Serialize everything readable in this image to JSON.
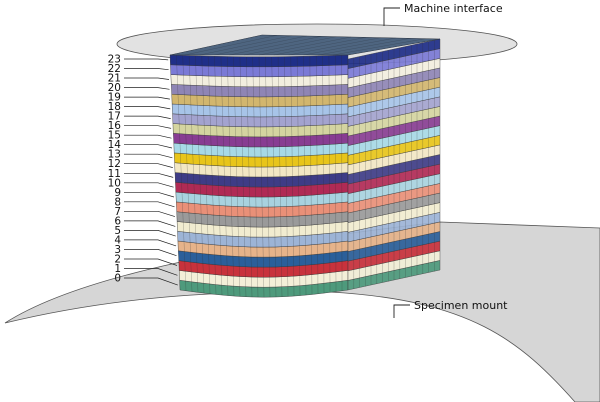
{
  "annotations": {
    "top_label": "Machine interface",
    "bottom_label": "Specimen mount"
  },
  "layers": [
    {
      "label": "0",
      "color": "#4e9a7c"
    },
    {
      "label": "1",
      "color": "#f3efd8"
    },
    {
      "label": "2",
      "color": "#c8323c"
    },
    {
      "label": "3",
      "color": "#2b5f9a"
    },
    {
      "label": "4",
      "color": "#e6b38a"
    },
    {
      "label": "5",
      "color": "#9db4d6"
    },
    {
      "label": "6",
      "color": "#f1ecd0"
    },
    {
      "label": "7",
      "color": "#9a9a9a"
    },
    {
      "label": "8",
      "color": "#e99078"
    },
    {
      "label": "9",
      "color": "#a8d2df"
    },
    {
      "label": "10",
      "color": "#b02a55"
    },
    {
      "label": "11",
      "color": "#3e3c86"
    },
    {
      "label": "12",
      "color": "#f2e7c4"
    },
    {
      "label": "13",
      "color": "#e8c51a"
    },
    {
      "label": "14",
      "color": "#a7d9e6"
    },
    {
      "label": "15",
      "color": "#883d92"
    },
    {
      "label": "16",
      "color": "#d4d4a0"
    },
    {
      "label": "17",
      "color": "#a3a3cf"
    },
    {
      "label": "18",
      "color": "#a7c4e8"
    },
    {
      "label": "19",
      "color": "#d2b66e"
    },
    {
      "label": "20",
      "color": "#8f85b5"
    },
    {
      "label": "21",
      "color": "#f2eedf"
    },
    {
      "label": "22",
      "color": "#7b7ad6"
    },
    {
      "label": "23",
      "color": "#1f2f88"
    }
  ],
  "colors": {
    "top_face": "#4e6580",
    "interface_disc": "#e2e2e2",
    "mount_surface": "#d6d6d6"
  }
}
